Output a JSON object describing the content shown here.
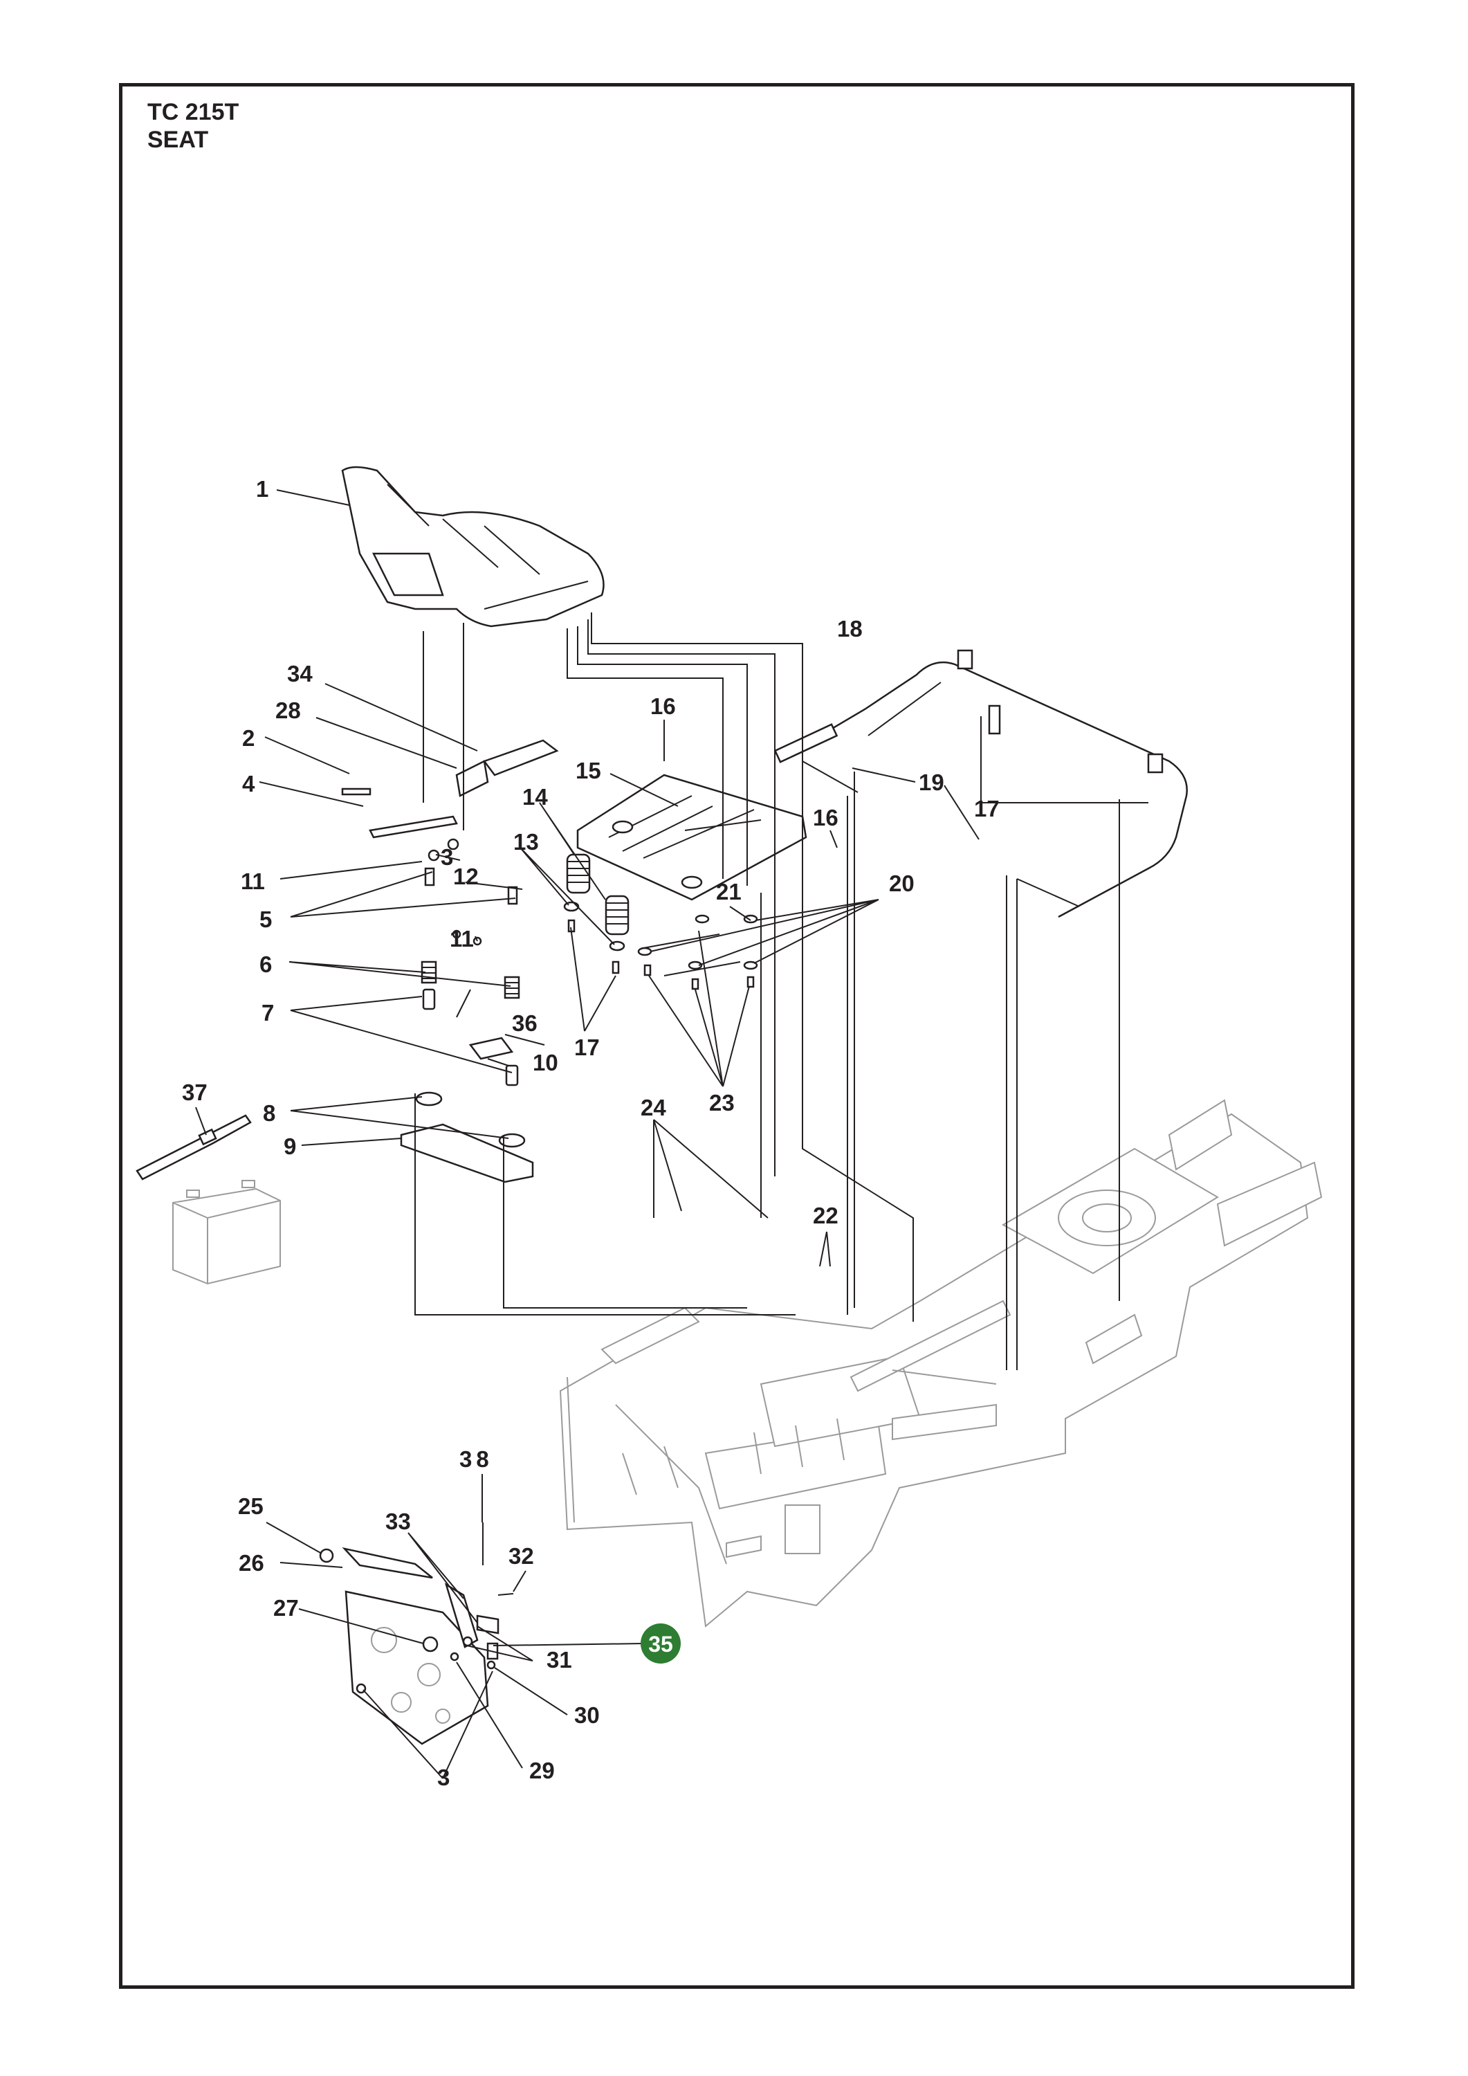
{
  "header": {
    "model": "TC 215T",
    "section": "SEAT"
  },
  "callouts": {
    "c1": "1",
    "c2": "2",
    "c3a": "3",
    "c3b": "3",
    "c4": "4",
    "c5": "5",
    "c6": "6",
    "c7": "7",
    "c8": "8",
    "c9": "9",
    "c10": "10",
    "c11a": "11",
    "c11b": "11",
    "c12": "12",
    "c13": "13",
    "c14": "14",
    "c15": "15",
    "c16a": "16",
    "c16b": "16",
    "c17a": "17",
    "c17b": "17",
    "c18": "18",
    "c19": "19",
    "c20": "20",
    "c21": "21",
    "c22": "22",
    "c23": "23",
    "c24": "24",
    "c25": "25",
    "c26": "26",
    "c27": "27",
    "c28": "28",
    "c29": "29",
    "c30": "30",
    "c31": "31",
    "c32": "32",
    "c33": "33",
    "c34": "34",
    "c35": "35",
    "c36": "36",
    "c37": "37",
    "c38": "38"
  },
  "highlight": {
    "callout": "c35",
    "color": "#2e7d32"
  }
}
